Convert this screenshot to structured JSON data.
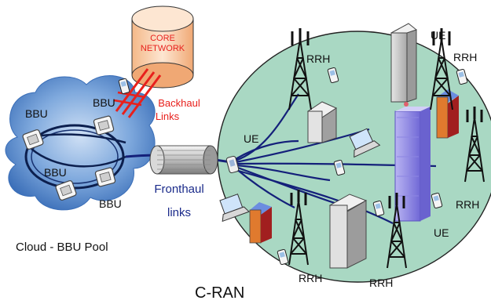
{
  "core": {
    "line1": "CORE",
    "line2": "NETWORK"
  },
  "backhaul": {
    "line1": "Backhaul",
    "line2": "Links"
  },
  "bbu_labels": [
    "BBU",
    "BBU",
    "BBU",
    "BBU"
  ],
  "pool_caption": "Cloud - BBU Pool",
  "fronthaul": {
    "line1": "Fronthaul",
    "line2": "links"
  },
  "ue_labels": [
    "UE",
    "UE",
    "UE"
  ],
  "rrh_labels": [
    "RRH",
    "RRH",
    "RRH",
    "RRH",
    "RRH"
  ],
  "cran_caption": "C-RAN",
  "colors": {
    "core": "#fbd3b1",
    "backhaul": "#e8201c",
    "cell_area": "#a7d6c2",
    "cloud": "#4a84c7",
    "tower": "#111111",
    "link": "#14207a"
  }
}
